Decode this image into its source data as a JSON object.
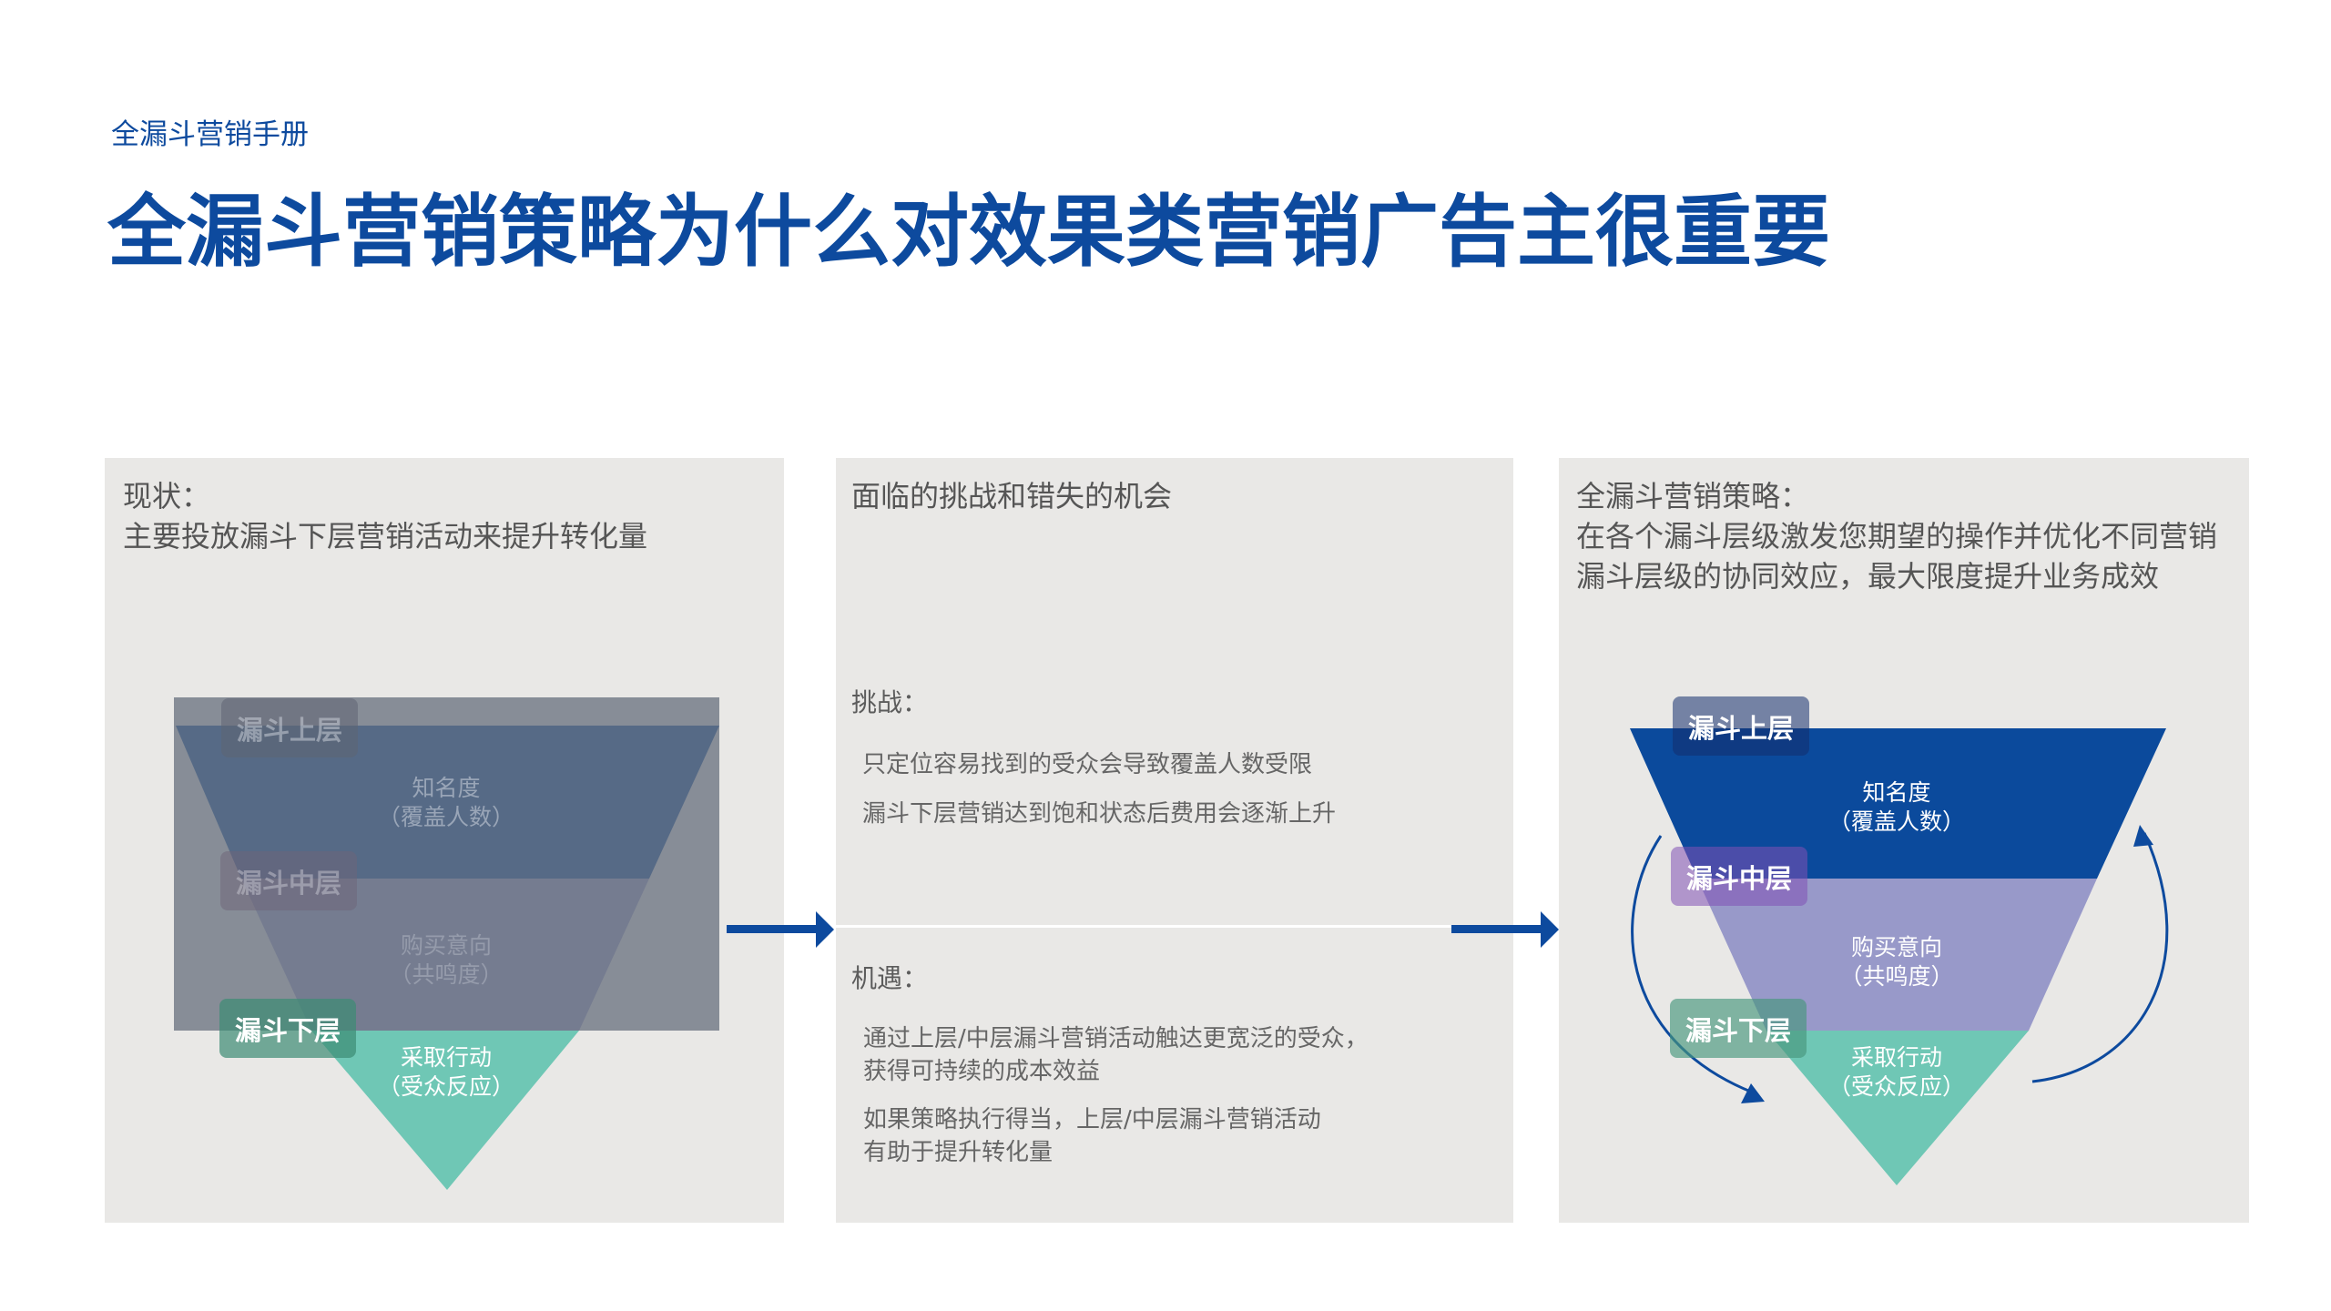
{
  "header": {
    "kicker": "全漏斗营销手册",
    "title": "全漏斗营销策略为什么对效果类营销广告主很重要"
  },
  "panels": {
    "current": {
      "heading": "现状：",
      "subheading": "主要投放漏斗下层营销活动来提升转化量"
    },
    "challenges": {
      "heading": "面临的挑战和错失的机会",
      "challenge_label": "挑战：",
      "challenges": [
        "只定位容易找到的受众会导致覆盖人数受限",
        "漏斗下层营销达到饱和状态后费用会逐渐上升"
      ],
      "opportunity_label": "机遇：",
      "opportunities": [
        {
          "line1": "通过上层/中层漏斗营销活动触达更宽泛的受众，",
          "line2": "获得可持续的成本效益"
        },
        {
          "line1": "如果策略执行得当，上层/中层漏斗营销活动",
          "line2": "有助于提升转化量"
        }
      ]
    },
    "strategy": {
      "heading": "全漏斗营销策略：",
      "line1": "在各个漏斗层级激发您期望的操作并优化不同营销",
      "line2": "漏斗层级的协同效应，最大限度提升业务成效"
    }
  },
  "funnel": {
    "tags": {
      "upper": "漏斗上层",
      "middle": "漏斗中层",
      "lower": "漏斗下层"
    },
    "layers": {
      "upper": {
        "line1": "知名度",
        "line2": "（覆盖人数）"
      },
      "middle": {
        "line1": "购买意向",
        "line2": "（共鸣度）"
      },
      "lower": {
        "line1": "采取行动",
        "line2": "（受众反应）"
      }
    }
  },
  "colors": {
    "brand_blue": "#0d4a9e",
    "upper_layer": "#0b4a9c",
    "middle_layer": "#9899c9",
    "lower_layer": "#6fc7b5",
    "panel_bg": "#e9e8e6",
    "dim_overlay": "#6c7380"
  }
}
